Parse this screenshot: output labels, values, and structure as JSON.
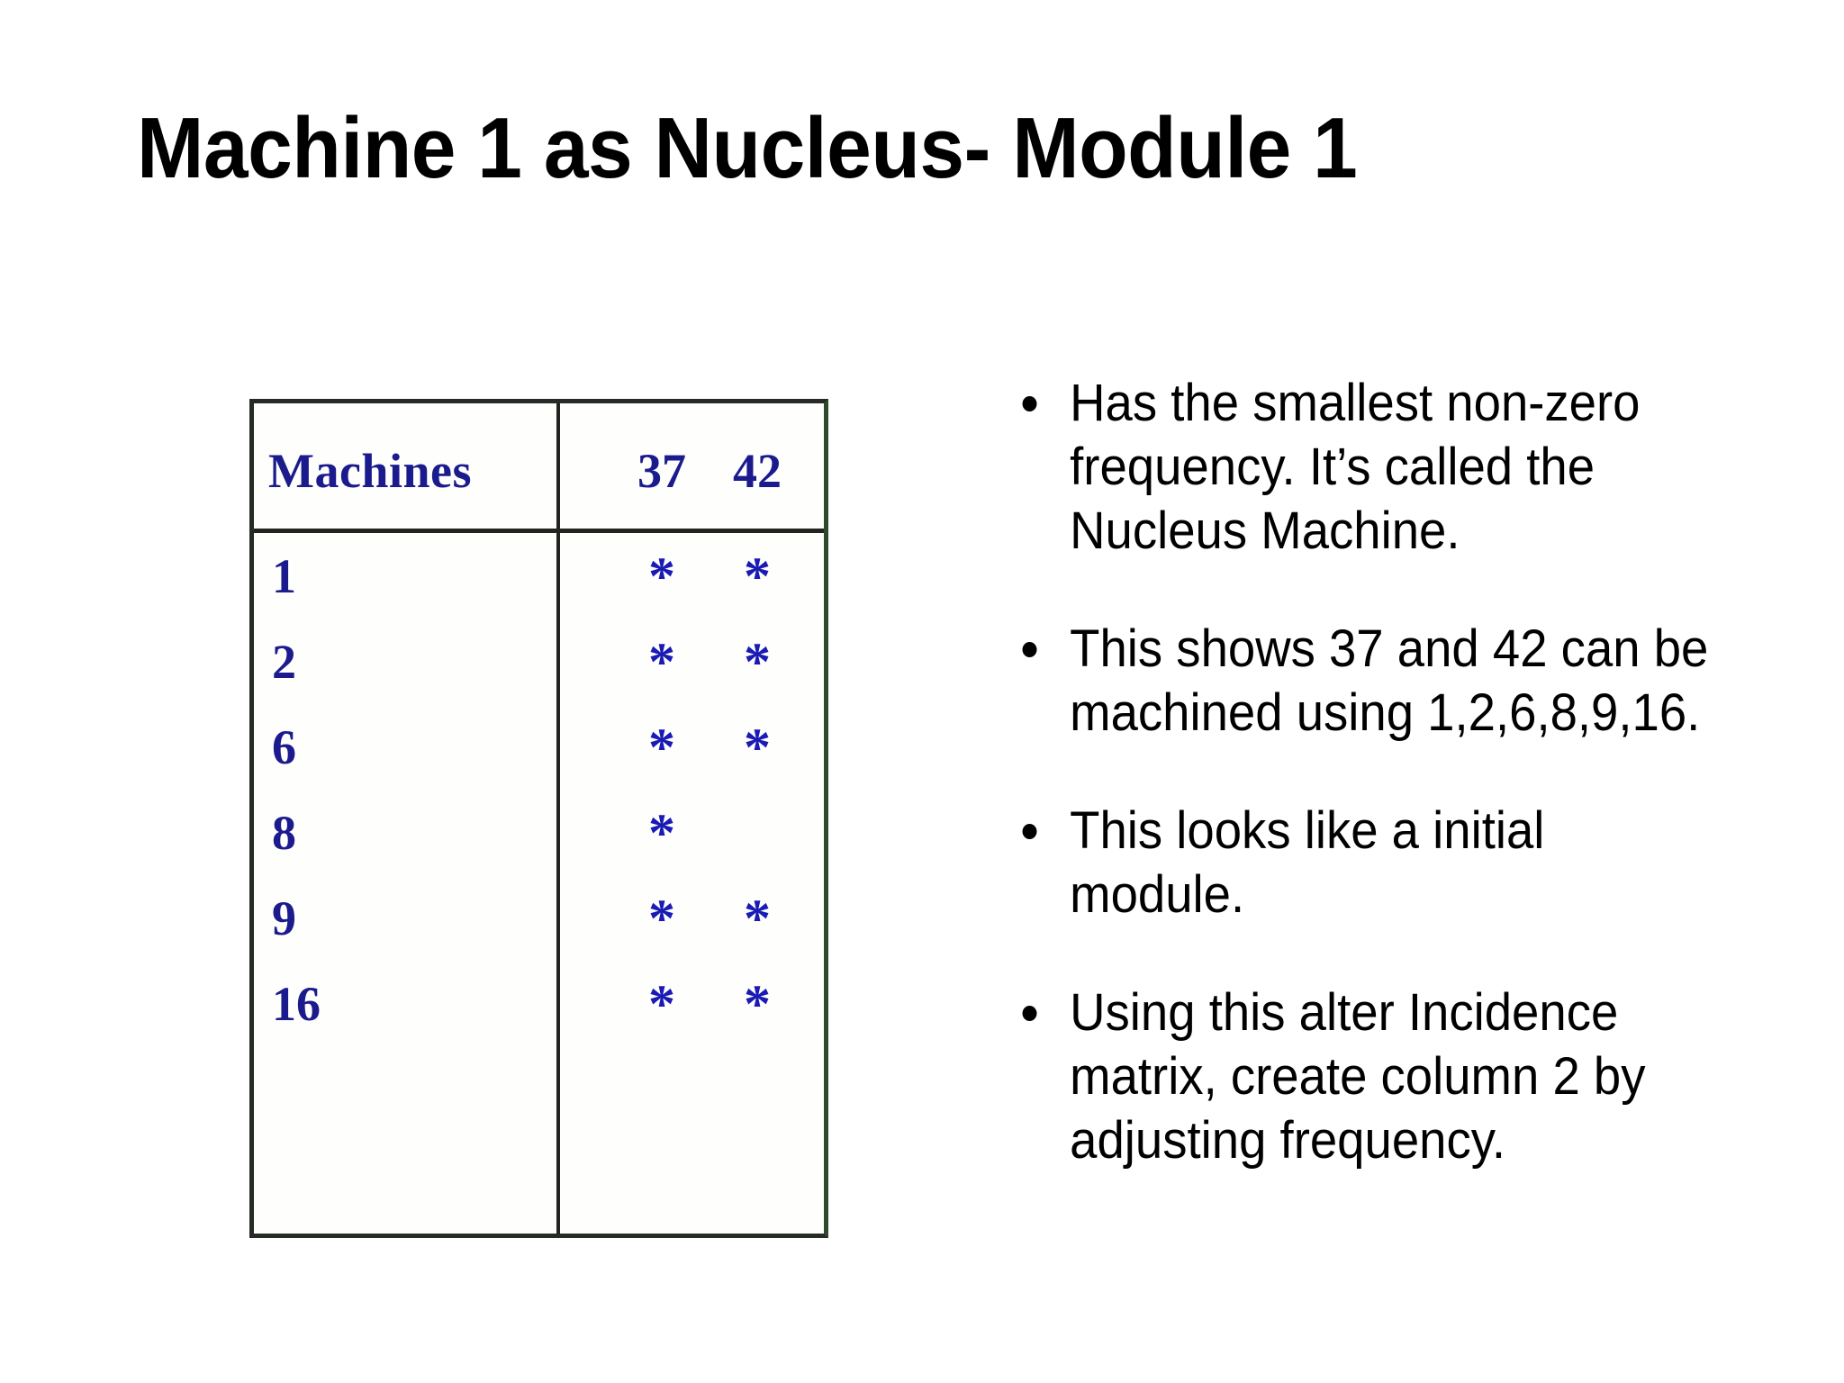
{
  "slide": {
    "title": "Machine 1 as Nucleus- Module 1",
    "background_color": "#ffffff",
    "text_color": "#000000",
    "table_text_color": "#1b1b8e",
    "table_border_color": "#262b26",
    "asterisk_color": "#1a1ab4"
  },
  "matrix": {
    "row_header_label": "Machines",
    "part_columns": [
      "37",
      "42"
    ],
    "mark_symbol": "*",
    "rows": [
      {
        "machine": "1",
        "marks": [
          "*",
          "*"
        ]
      },
      {
        "machine": "2",
        "marks": [
          "*",
          "*"
        ]
      },
      {
        "machine": "6",
        "marks": [
          "*",
          "*"
        ]
      },
      {
        "machine": "8",
        "marks": [
          "*",
          ""
        ]
      },
      {
        "machine": "9",
        "marks": [
          "*",
          "*"
        ]
      },
      {
        "machine": "16",
        "marks": [
          "*",
          "*"
        ]
      }
    ]
  },
  "bullets": [
    {
      "text": "Has the smallest non-zero frequency. It’s called the Nucleus Machine."
    },
    {
      "text": "This shows 37 and 42 can be machined using 1,2,6,8,9,16."
    },
    {
      "text": "This looks like a initial module."
    },
    {
      "text": "Using this alter Incidence matrix, create column 2 by adjusting frequency."
    }
  ]
}
